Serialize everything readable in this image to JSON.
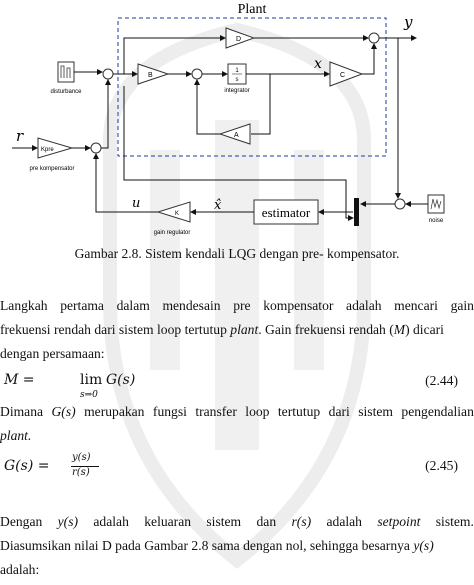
{
  "figure": {
    "plant_label": "Plant",
    "output_label": "y",
    "state_label": "x",
    "reference_label": "r",
    "control_label": "u",
    "estimate_label": "x̂",
    "blocks": {
      "D": "D",
      "B": "B",
      "C": "C",
      "A": "A",
      "integrator_num": "1",
      "integrator_den": "s",
      "integrator_caption": "integrator",
      "K": "K",
      "gain_caption": "gain regulator",
      "kpre": "Kpre",
      "kpre_caption": "pre kompensator",
      "disturbance_caption": "disturbance",
      "noise_caption": "noise",
      "estimator": "estimator"
    },
    "caption": "Gambar 2.8. Sistem kendali LQG dengan pre- kompensator."
  },
  "text": {
    "p1_l1": [
      "Langkah",
      "pertama",
      "dalam",
      "mendesain",
      "pre",
      "kompensator",
      "adalah",
      "mencari",
      "gain"
    ],
    "p1_l2_a": "frekuensi rendah dari sistem loop tertutup ",
    "p1_l2_b": "plant",
    "p1_l2_c": ". Gain frekuensi rendah (",
    "p1_l2_d": "M",
    "p1_l2_e": ") dicari",
    "p1_l3": "dengan  persamaan:",
    "eq1_lhs": "M =",
    "eq1_lim": "lim",
    "eq1_sub": "s⇒0",
    "eq1_rhs": "G(s)",
    "eq1_num": "(2.44)",
    "p2_l1": [
      "Dimana",
      "G(s)",
      "merupakan",
      "fungsi",
      "transfer",
      "loop",
      "tertutup",
      "dari",
      "sistem",
      "pengendalian"
    ],
    "p2_l2": "plant.",
    "eq2_lhs": "G(s) =",
    "eq2_top": "y(s)",
    "eq2_bot": "r(s)",
    "eq2_num": "(2.45)",
    "p3_l1": [
      "Dengan",
      "y(s)",
      "adalah",
      "keluaran",
      "sistem",
      "dan",
      "r(s)",
      "adalah",
      "setpoint",
      "sistem."
    ],
    "p3_l2_a": "Diasumsikan nilai D pada Gambar 2.8 sama dengan nol, sehingga besarnya ",
    "p3_l2_b": "y(s)",
    "p3_l3": "adalah:"
  }
}
